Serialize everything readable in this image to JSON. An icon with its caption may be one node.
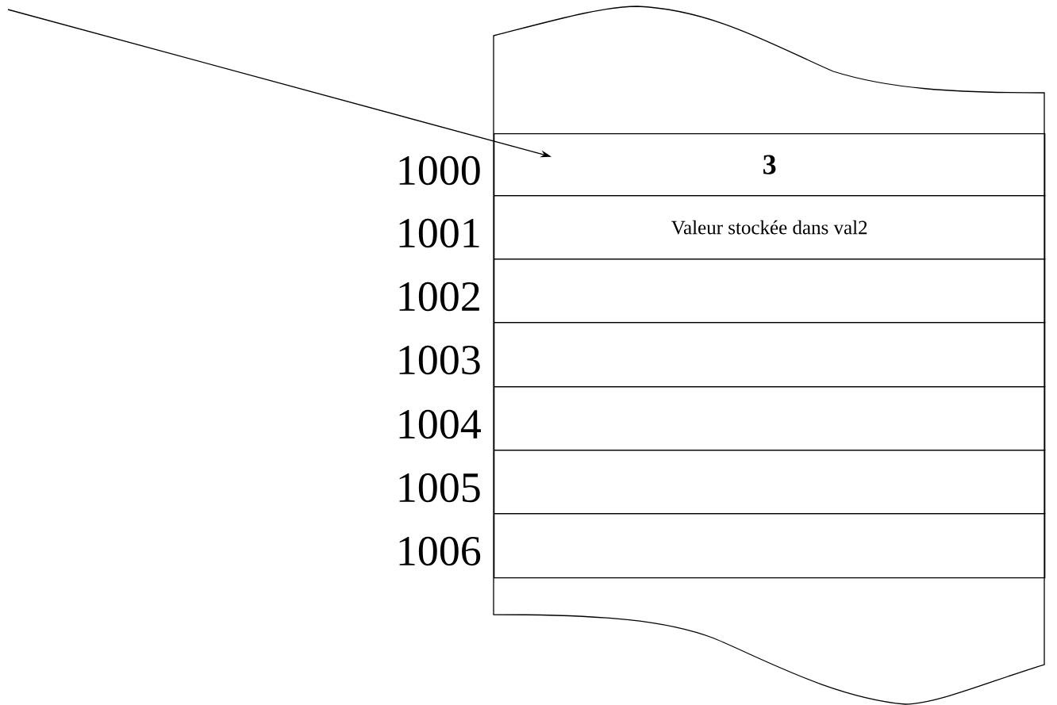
{
  "diagram": {
    "nodes": [
      {
        "text": [],
        "shape": "box"
      },
      {
        "text": [
          "3"
        ],
        "beside": [
          "1000"
        ],
        "in": 0
      },
      {
        "text": [
          "Valeur stockée dans val2"
        ],
        "beside": [
          "1001"
        ],
        "in": 0
      },
      {
        "text": [],
        "shape": "box",
        "beside": [
          "1002"
        ],
        "in": 0
      },
      {
        "text": [],
        "shape": "box",
        "beside": [
          "1003"
        ],
        "in": 0
      },
      {
        "text": [],
        "shape": "box",
        "beside": [
          "1004"
        ],
        "in": 0
      },
      {
        "text": [],
        "shape": "box",
        "beside": [
          "1005"
        ],
        "in": 0
      },
      {
        "text": [],
        "shape": "box",
        "beside": [
          "1006"
        ],
        "in": 0
      }
    ],
    "edges": [
      {
        "from": null,
        "to": 1,
        "arrow": "to"
      }
    ]
  }
}
